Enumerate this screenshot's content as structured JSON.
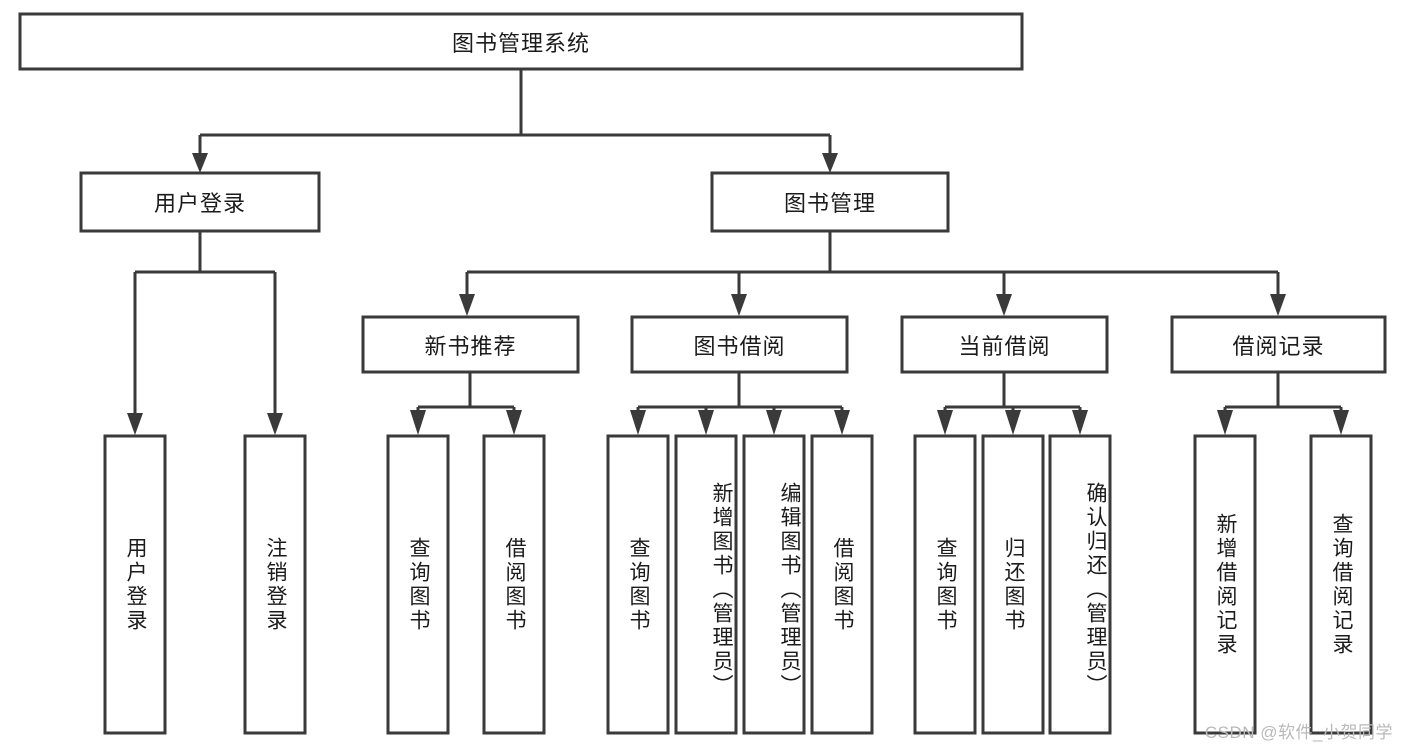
{
  "diagram": {
    "title": "图书管理系统",
    "type": "hierarchy-tree",
    "watermark": "CSDN @软件_小贺同学",
    "colors": {
      "stroke": "#3a3a3a",
      "fill": "#ffffff",
      "text": "#1b1b1b",
      "watermark": "#b9b9b9"
    },
    "root": {
      "label": "图书管理系统"
    },
    "level2": [
      {
        "label": "用户登录"
      },
      {
        "label": "图书管理"
      }
    ],
    "level3": [
      {
        "label": "新书推荐"
      },
      {
        "label": "图书借阅"
      },
      {
        "label": "当前借阅"
      },
      {
        "label": "借阅记录"
      }
    ],
    "leaves": {
      "user_login": [
        {
          "label": "用户登录"
        },
        {
          "label": "注销登录"
        }
      ],
      "new_book_recommend": [
        {
          "label": "查询图书"
        },
        {
          "label": "借阅图书"
        }
      ],
      "book_borrow": [
        {
          "label": "查询图书"
        },
        {
          "label": "新增图书（管理员）"
        },
        {
          "label": "编辑图书（管理员）"
        },
        {
          "label": "借阅图书"
        }
      ],
      "current_borrow": [
        {
          "label": "查询图书"
        },
        {
          "label": "归还图书"
        },
        {
          "label": "确认归还（管理员）"
        }
      ],
      "borrow_record": [
        {
          "label": "新增借阅记录"
        },
        {
          "label": "查询借阅记录"
        }
      ]
    }
  }
}
